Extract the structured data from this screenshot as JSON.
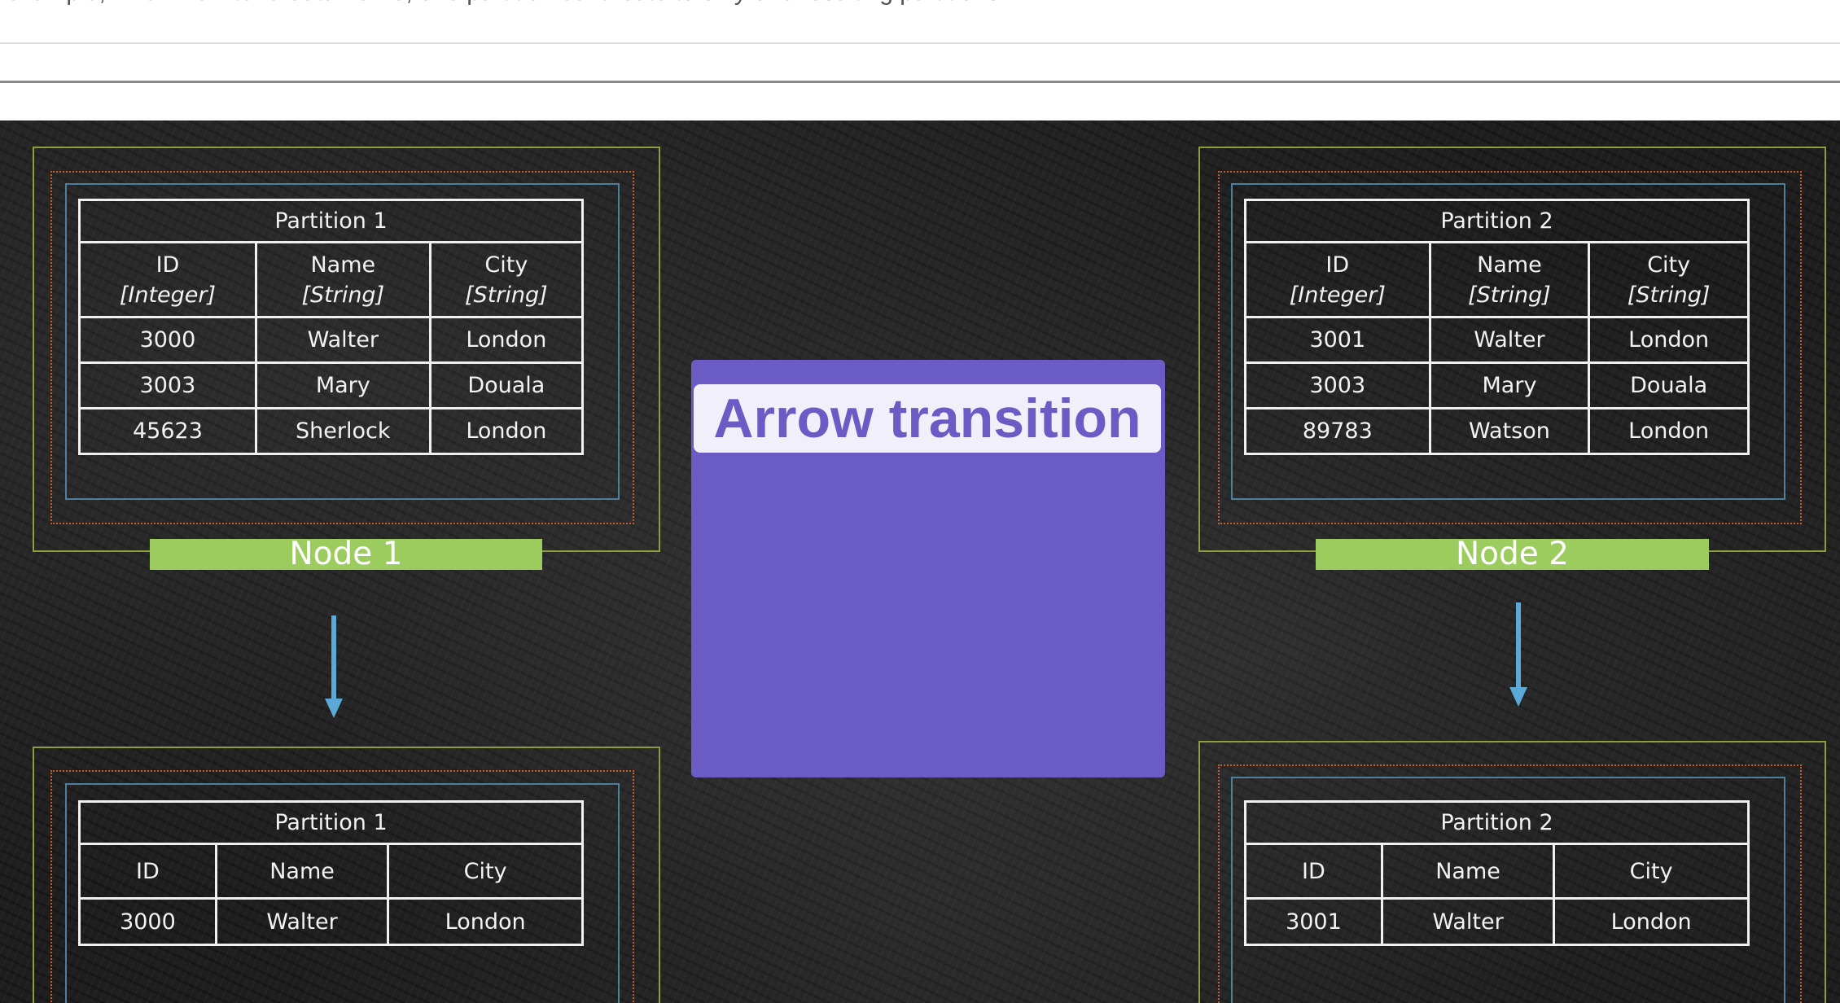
{
  "page": {
    "top_text": "example, when we filter a data frame, one partition contribute to only one resulting partitions"
  },
  "overlay": {
    "title": "Arrow transition",
    "color": "#6b5cc5"
  },
  "colors": {
    "node_label_bg": "#9ccc5e",
    "arrow": "#5aa9d6",
    "node_outer_border": "#8c9e3c",
    "node_mid_border": "#c2602a",
    "node_inner_border": "#4d7f9e"
  },
  "nodes": [
    {
      "label": "Node 1",
      "source": {
        "title": "Partition 1",
        "columns": [
          {
            "name": "ID",
            "type": "[Integer]"
          },
          {
            "name": "Name",
            "type": "[String]"
          },
          {
            "name": "City",
            "type": "[String]"
          }
        ],
        "rows": [
          [
            "3000",
            "Walter",
            "London"
          ],
          [
            "3003",
            "Mary",
            "Douala"
          ],
          [
            "45623",
            "Sherlock",
            "London"
          ]
        ]
      },
      "result": {
        "title": "Partition 1",
        "columns": [
          "ID",
          "Name",
          "City"
        ],
        "rows": [
          [
            "3000",
            "Walter",
            "London"
          ]
        ]
      }
    },
    {
      "label": "Node 2",
      "source": {
        "title": "Partition 2",
        "columns": [
          {
            "name": "ID",
            "type": "[Integer]"
          },
          {
            "name": "Name",
            "type": "[String]"
          },
          {
            "name": "City",
            "type": "[String]"
          }
        ],
        "rows": [
          [
            "3001",
            "Walter",
            "London"
          ],
          [
            "3003",
            "Mary",
            "Douala"
          ],
          [
            "89783",
            "Watson",
            "London"
          ]
        ]
      },
      "result": {
        "title": "Partition 2",
        "columns": [
          "ID",
          "Name",
          "City"
        ],
        "rows": [
          [
            "3001",
            "Walter",
            "London"
          ]
        ]
      }
    }
  ]
}
